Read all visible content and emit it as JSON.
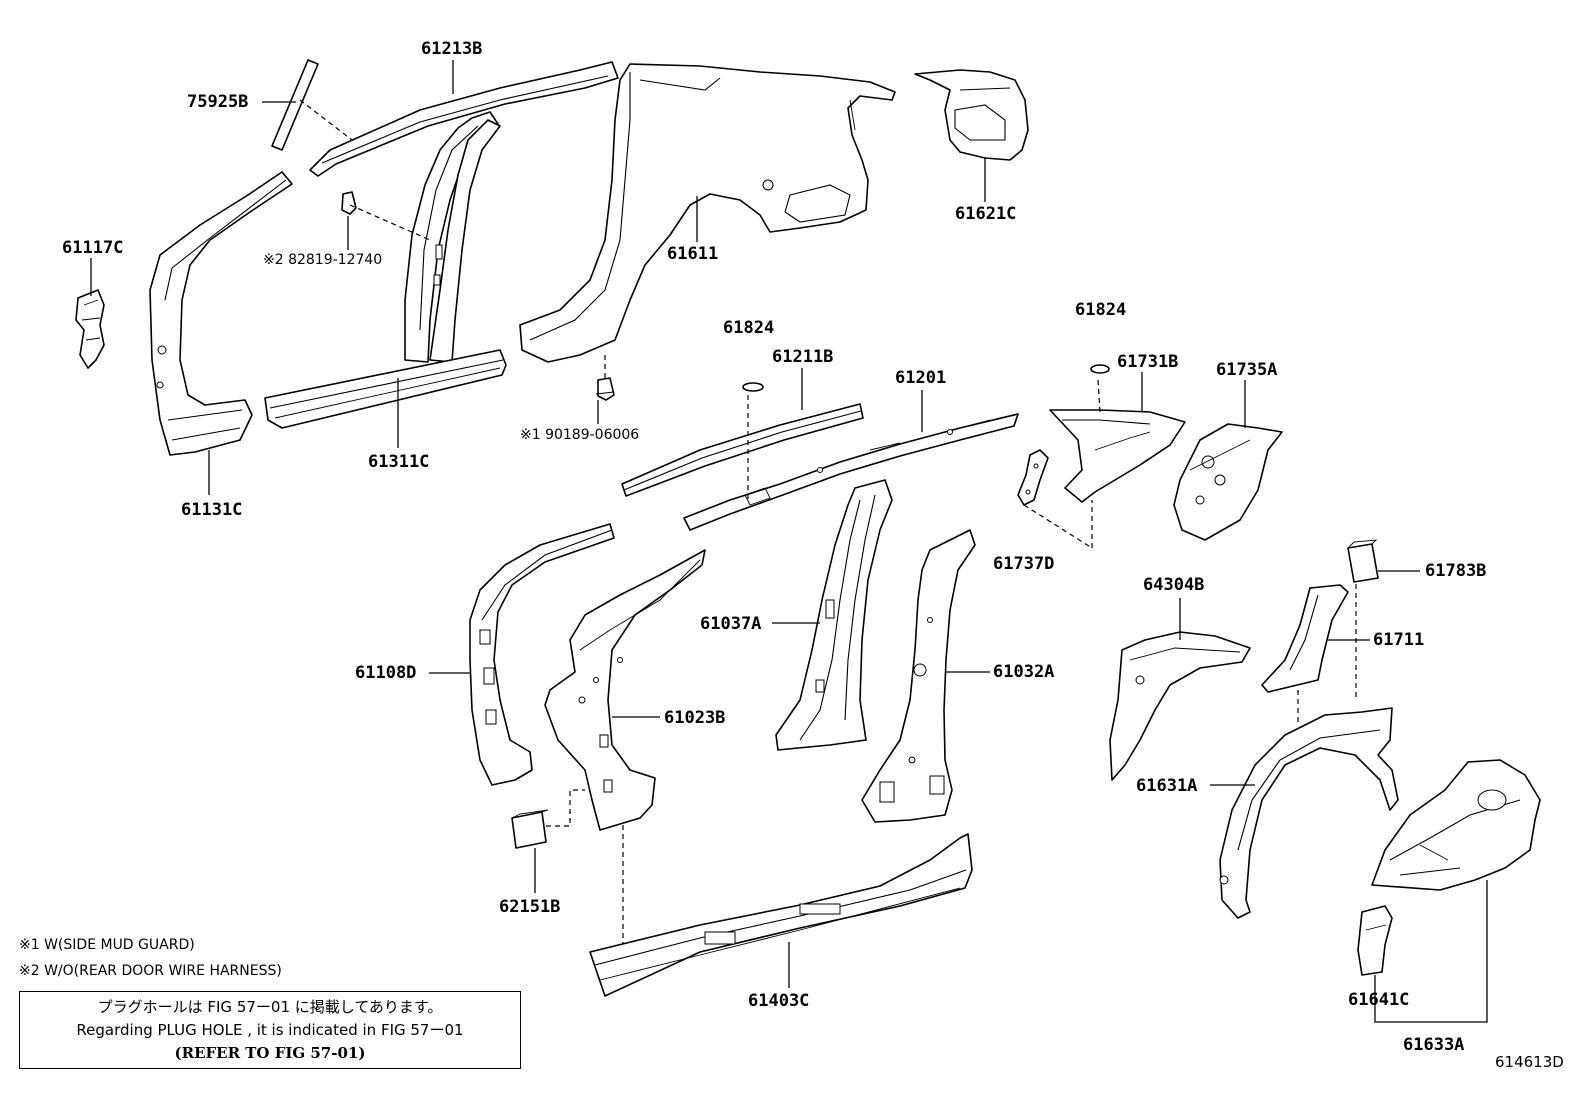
{
  "parts": {
    "p61213B": "61213B",
    "p75925B": "75925B",
    "p61117C": "61117C",
    "p82819": "※2 82819-12740",
    "p61611": "61611",
    "p61621C": "61621C",
    "p61311C": "61311C",
    "p61131C": "61131C",
    "p90189": "※1 90189-06006",
    "p61824a": "61824",
    "p61211B": "61211B",
    "p61201": "61201",
    "p61824b": "61824",
    "p61731B": "61731B",
    "p61735A": "61735A",
    "p61737D": "61737D",
    "p61783B": "61783B",
    "p61108D": "61108D",
    "p61023B": "61023B",
    "p61037A": "61037A",
    "p61032A": "61032A",
    "p64304B": "64304B",
    "p61711": "61711",
    "p61631A": "61631A",
    "p62151B": "62151B",
    "p61403C": "61403C",
    "p61641C": "61641C",
    "p61633A": "61633A"
  },
  "notes": {
    "n1": "※1 W(SIDE MUD GUARD)",
    "n2": "※2 W/O(REAR DOOR WIRE HARNESS)"
  },
  "box": {
    "line1": "プラグホールは FIG 57ー01 に掲載してあります。",
    "line2": "Regarding  PLUG  HOLE , it is indicated in  FIG  57ー01",
    "line3": "(REFER TO FIG 57-01)"
  },
  "diagram_id": "614613D"
}
